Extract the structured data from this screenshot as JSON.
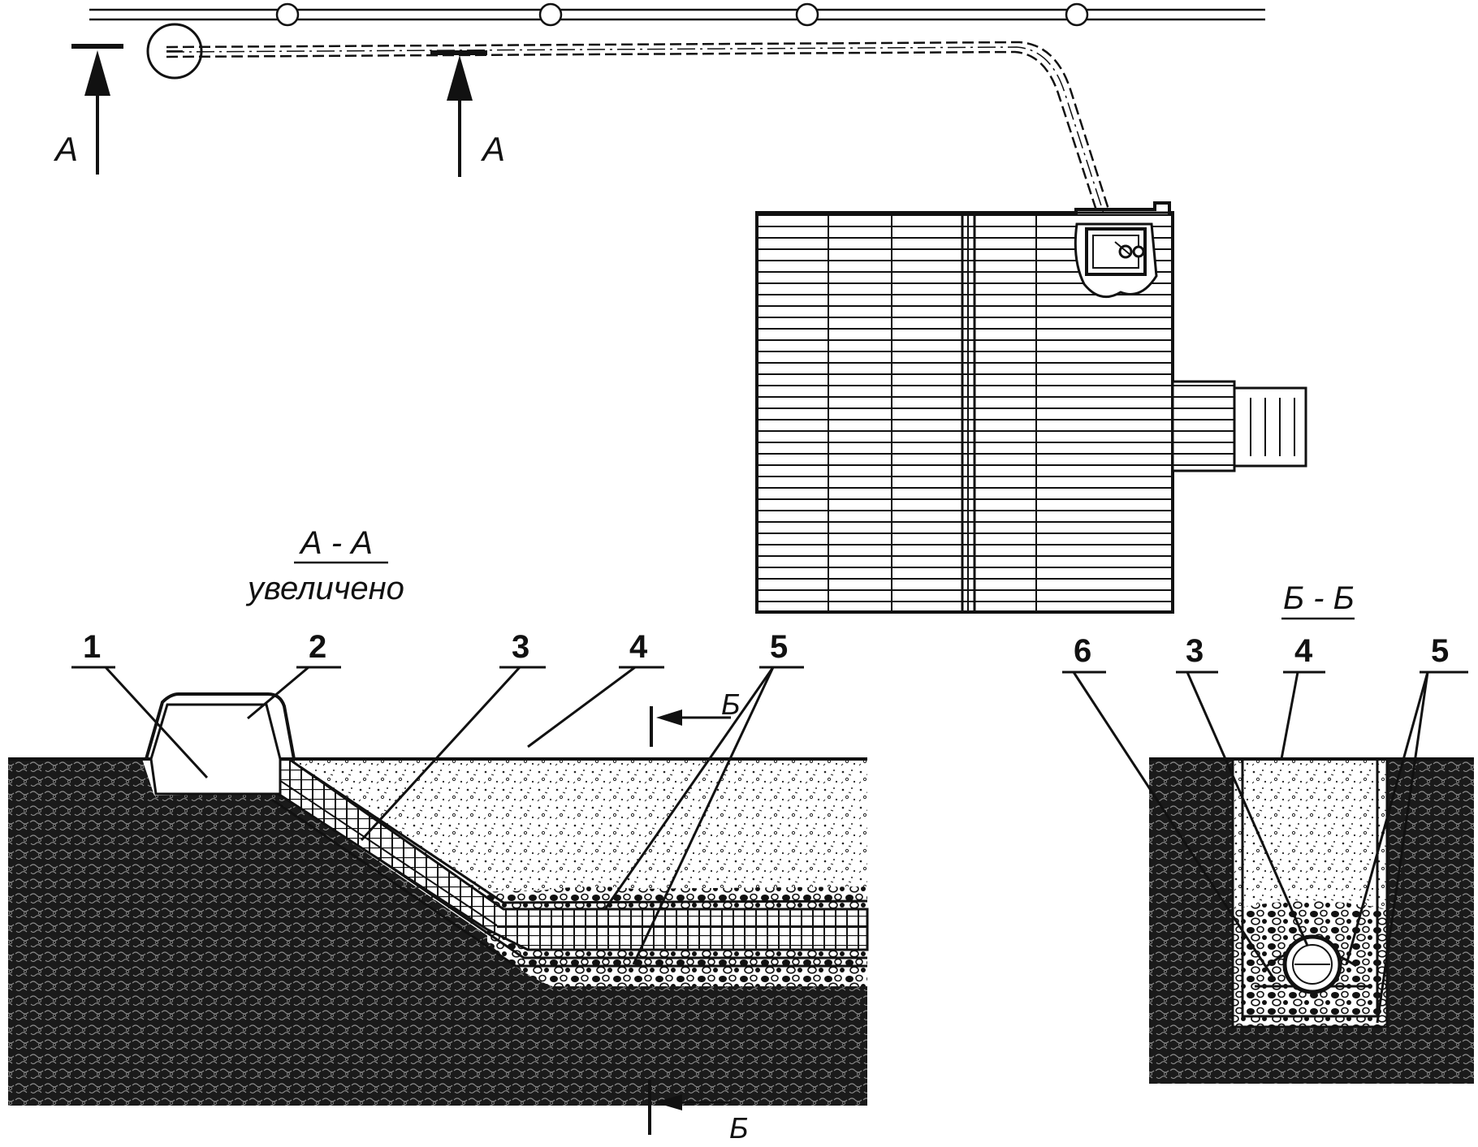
{
  "section_marks": {
    "plan_left": "А",
    "plan_right": "А",
    "b_top": "Б",
    "b_bottom": "Б"
  },
  "section_aa": {
    "title": "А - А",
    "subtitle": "увеличено",
    "callouts": [
      "1",
      "2",
      "3",
      "4",
      "5"
    ]
  },
  "section_bb": {
    "title": "Б - Б",
    "callouts": [
      "6",
      "3",
      "4",
      "5"
    ]
  },
  "colors": {
    "ink": "#111111",
    "paper": "#ffffff"
  }
}
